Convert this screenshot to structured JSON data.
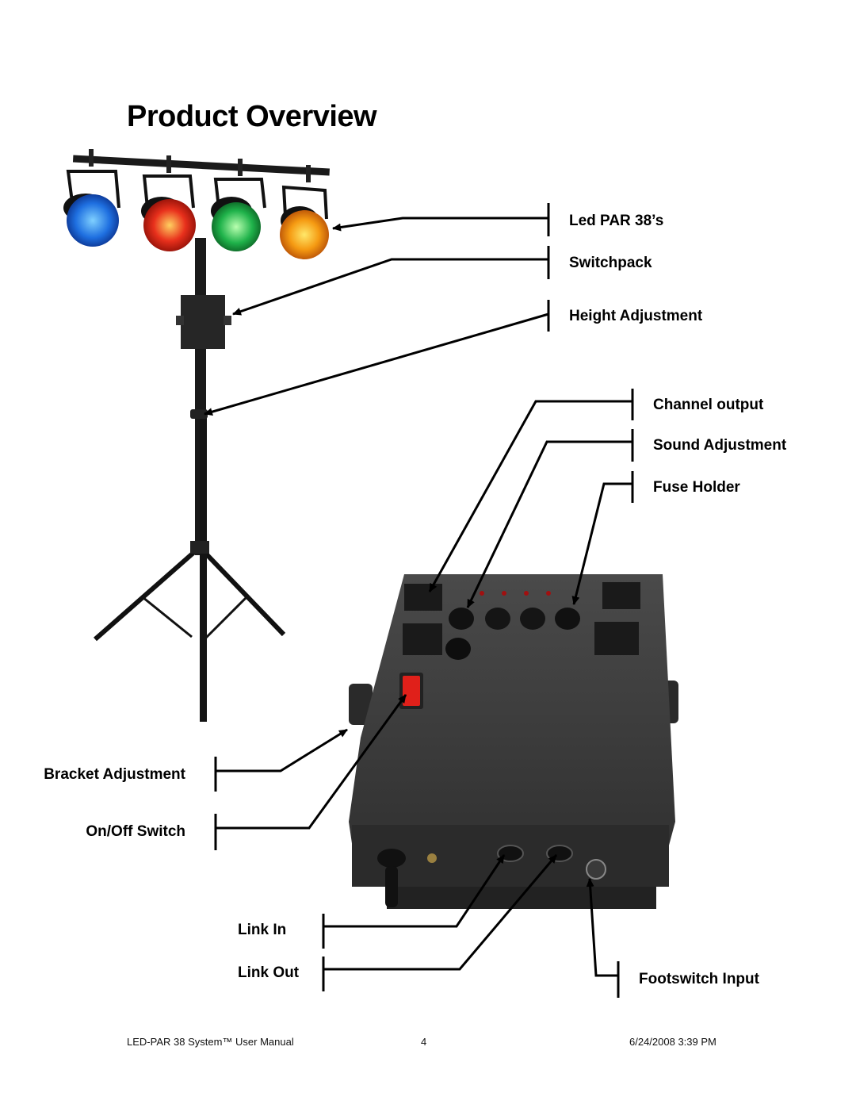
{
  "page": {
    "title": "Product Overview"
  },
  "labels": {
    "led_par": "Led PAR 38’s",
    "switchpack": "Switchpack",
    "height_adjustment": "Height Adjustment",
    "channel_output": "Channel output",
    "sound_adjustment": "Sound Adjustment",
    "fuse_holder": "Fuse Holder",
    "bracket_adjustment": "Bracket Adjustment",
    "on_off_switch": "On/Off Switch",
    "link_in": "Link In",
    "link_out": "Link Out",
    "footswitch_input": "Footswitch Input"
  },
  "footer": {
    "manual_title": "LED-PAR 38 System™ User Manual",
    "page_number": "4",
    "date": "6/24/2008 3:39 PM"
  },
  "colors": {
    "lamp_blue": "#1e6fe0",
    "lamp_red": "#e8301c",
    "lamp_green": "#1fb24a",
    "lamp_orange": "#f59a12",
    "switch_red": "#e0201a",
    "box_body": "#3a3a3a"
  }
}
